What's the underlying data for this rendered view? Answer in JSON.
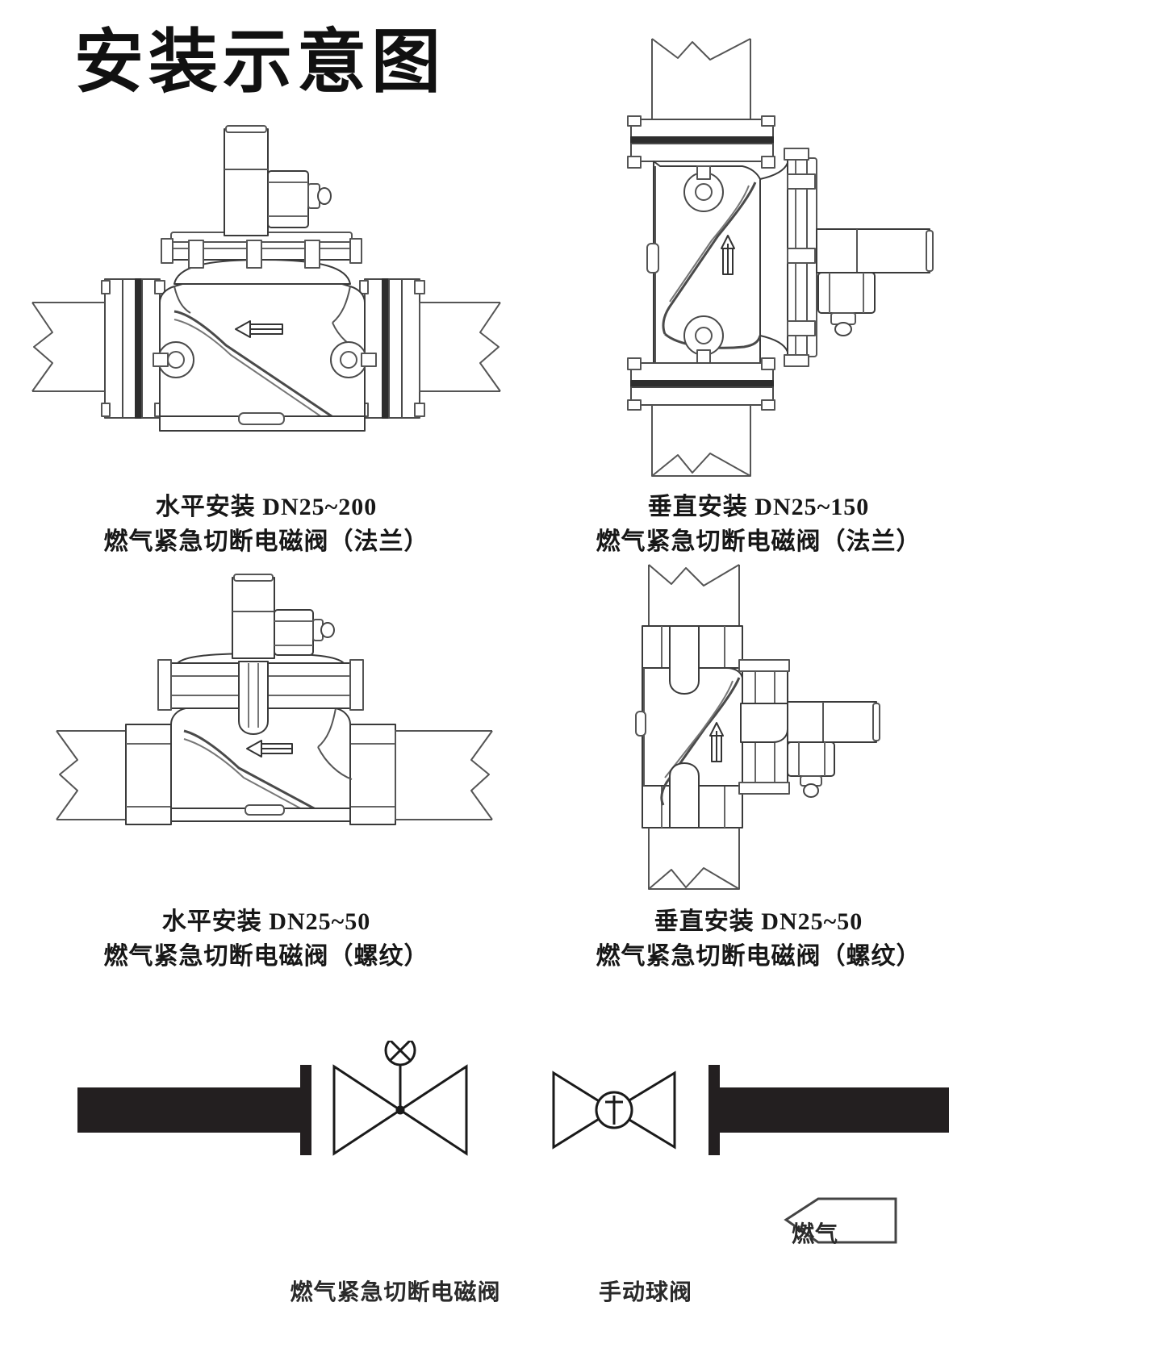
{
  "title": "安装示意图",
  "figures": [
    {
      "id": "hz-flange",
      "name": "horizontal-flange-valve",
      "caption_line1": "水平安装 DN25~200",
      "caption_line2": "燃气紧急切断电磁阀（法兰）",
      "orientation": "horizontal",
      "connection": "flange",
      "size_range": "DN25~200",
      "flow_arrow": "left"
    },
    {
      "id": "vt-flange",
      "name": "vertical-flange-valve",
      "caption_line1": "垂直安装 DN25~150",
      "caption_line2": "燃气紧急切断电磁阀（法兰）",
      "orientation": "vertical",
      "connection": "flange",
      "size_range": "DN25~150",
      "flow_arrow": "up"
    },
    {
      "id": "hz-thread",
      "name": "horizontal-threaded-valve",
      "caption_line1": "水平安装 DN25~50",
      "caption_line2": "燃气紧急切断电磁阀（螺纹）",
      "orientation": "horizontal",
      "connection": "thread",
      "size_range": "DN25~50",
      "flow_arrow": "left"
    },
    {
      "id": "vt-thread",
      "name": "vertical-threaded-valve",
      "caption_line1": "垂直安装 DN25~50",
      "caption_line2": "燃气紧急切断电磁阀（螺纹）",
      "orientation": "vertical",
      "connection": "thread",
      "size_range": "DN25~50",
      "flow_arrow": "up"
    }
  ],
  "legend": {
    "solenoid_valve_label": "燃气紧急切断电磁阀",
    "ball_valve_label": "手动球阀",
    "gas_label": "燃气"
  },
  "colors": {
    "line": "#3a3a3a",
    "line_dark": "#1a1a1a",
    "fill_solid": "#231f20",
    "text": "#171717",
    "background": "#ffffff"
  }
}
